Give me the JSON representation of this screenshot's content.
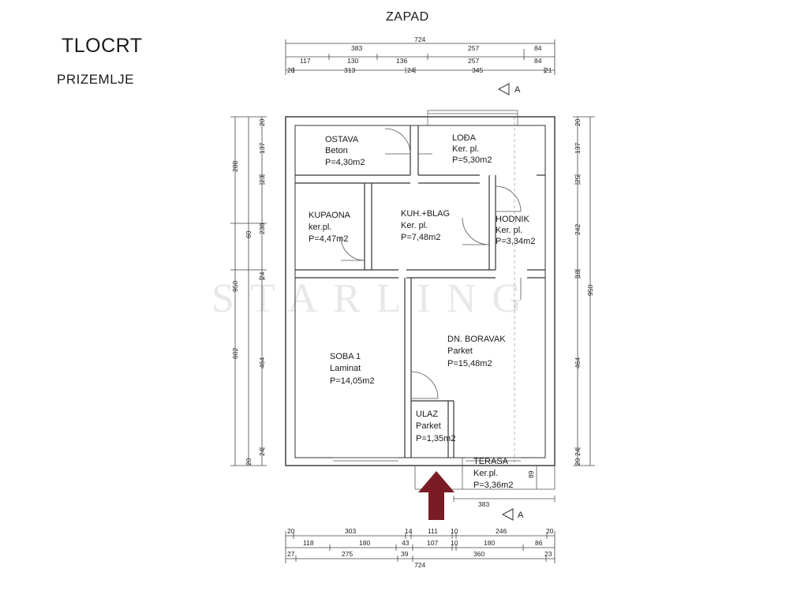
{
  "header": {
    "title": "TLOCRT",
    "subtitle": "PRIZEMLJE",
    "compass": "ZAPAD"
  },
  "watermark": "STARLING",
  "section_marker": "A",
  "rooms": {
    "ostava": {
      "name": "OSTAVA",
      "floor": "Beton",
      "area": "P=4,30m2"
    },
    "loda": {
      "name": "LOĐA",
      "floor": "Ker. pl.",
      "area": "P=5,30m2"
    },
    "kupaona": {
      "name": "KUPAONA",
      "floor": "ker.pl.",
      "area": "P=4,47m2"
    },
    "kuhinja": {
      "name": "KUH.+BLAG",
      "floor": "Ker. pl.",
      "area": "P=7,48m2"
    },
    "hodnik": {
      "name": "HODNIK",
      "floor": "Ker. pl.",
      "area": "P=3,34m2"
    },
    "soba": {
      "name": "SOBA 1",
      "floor": "Laminat",
      "area": "P=14,05m2"
    },
    "boravak": {
      "name": "DN. BORAVAK",
      "floor": "Parket",
      "area": "P=15,48m2"
    },
    "ulaz": {
      "name": "ULAZ",
      "floor": "Parket",
      "area": "P=1,35m2"
    },
    "terasa": {
      "name": "TERASA",
      "floor": "Ker.pl.",
      "area": "P=3,36m2"
    }
  },
  "dims": {
    "top_total": "724",
    "top_row1": [
      "383",
      "257",
      "84"
    ],
    "top_row2": [
      "117",
      "130",
      "136",
      "257",
      "84"
    ],
    "top_row3": [
      "20",
      "313",
      "24",
      "345",
      "21"
    ],
    "left_outer": [
      "288",
      "60",
      "602"
    ],
    "left_total": "950",
    "left_inner": [
      "20",
      "137",
      "23",
      "238",
      "24",
      "464",
      "24",
      "20"
    ],
    "right_inner": [
      "20",
      "137",
      "25",
      "242",
      "18",
      "464",
      "24",
      "20"
    ],
    "right_total": "950",
    "terrace_depth": "89",
    "terrace_width": "383",
    "bottom_row1": [
      "20",
      "303",
      "14",
      "111",
      "10",
      "246",
      "20"
    ],
    "bottom_row2": [
      "118",
      "180",
      "43",
      "107",
      "10",
      "180",
      "86"
    ],
    "bottom_row3": [
      "27",
      "275",
      "39",
      "360",
      "23"
    ],
    "bottom_total": "724"
  },
  "colors": {
    "arrow": "#7a1c24",
    "wall": "#333333",
    "line": "#444444"
  }
}
